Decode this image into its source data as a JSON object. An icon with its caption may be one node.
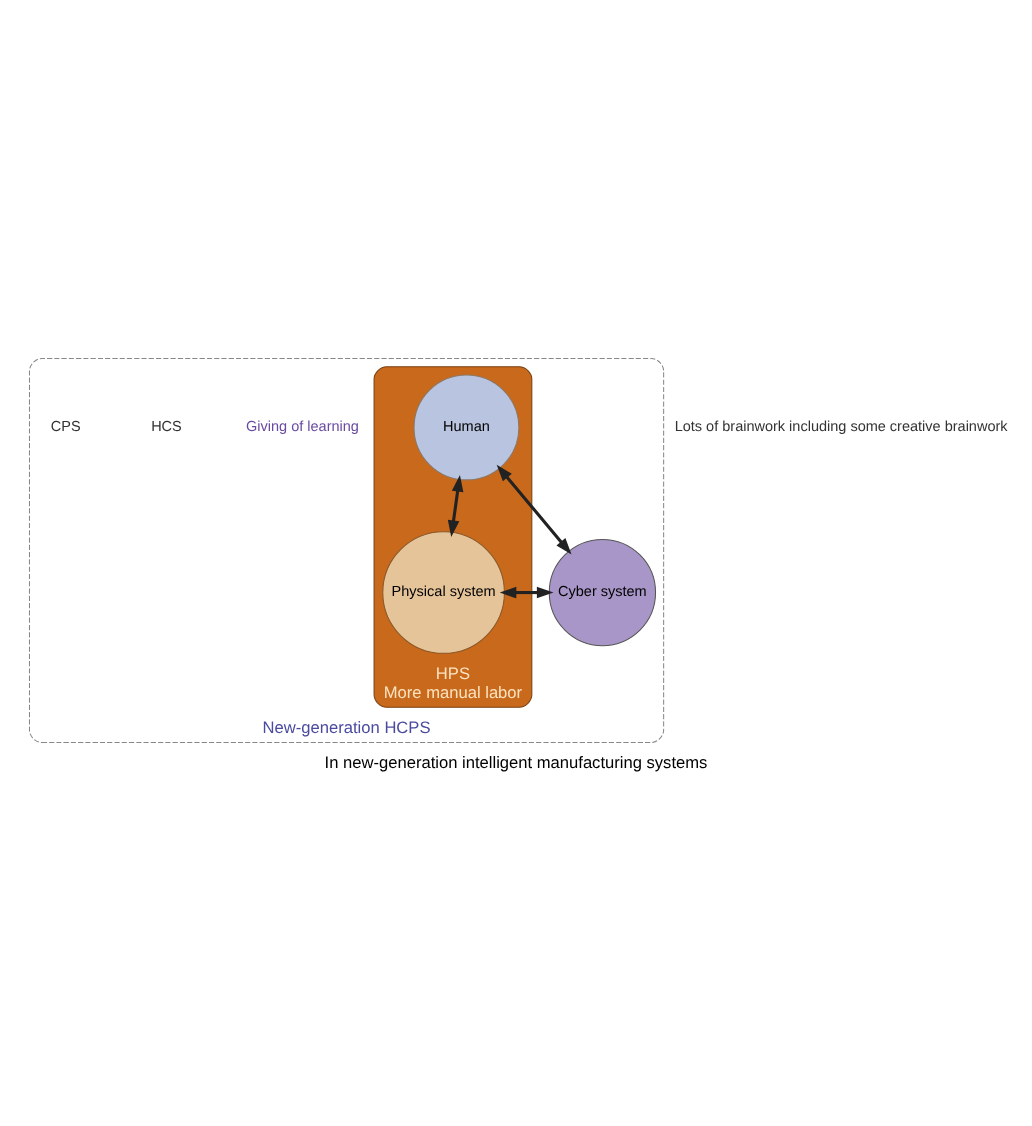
{
  "diagram": {
    "caption": "In new-generation intelligent manufacturing systems",
    "nodes": [
      {
        "text": [
          "New-generation HCPS"
        ],
        "beside": [
          "Lots of brainwork including some creative brainwork"
        ]
      },
      {
        "text": [
          "HPS",
          "More manual labor"
        ],
        "in": 0
      },
      {
        "text": [
          "Human"
        ],
        "in": 1
      },
      {
        "text": [
          "Cyber system"
        ],
        "in": 0
      },
      {
        "text": [
          "Physical system"
        ],
        "in": 1
      }
    ],
    "edges": [
      {
        "from": 2,
        "to": 3,
        "arrow": "both"
      },
      {
        "from": 2,
        "to": 4,
        "arrow": "both"
      },
      {
        "from": 3,
        "to": 4,
        "arrow": "both"
      }
    ],
    "labels": [
      "Giving of learning",
      "HCS",
      "CPS"
    ]
  }
}
